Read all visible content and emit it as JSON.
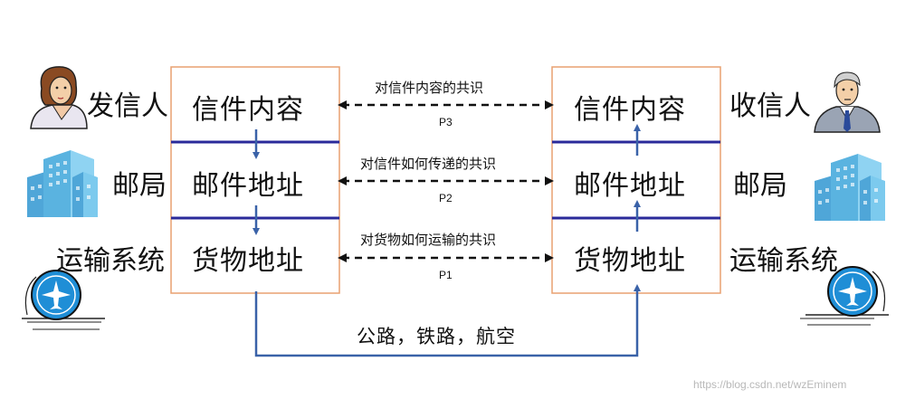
{
  "left_stack": {
    "layers": [
      "信件内容",
      "邮件地址",
      "货物地址"
    ],
    "roles": [
      "发信人",
      "邮局",
      "运输系统"
    ]
  },
  "right_stack": {
    "layers": [
      "信件内容",
      "邮件地址",
      "货物地址"
    ],
    "roles": [
      "收信人",
      "邮局",
      "运输系统"
    ]
  },
  "agreements": [
    {
      "text": "对信件内容的共识",
      "protocol": "P3"
    },
    {
      "text": "对信件如何传递的共识",
      "protocol": "P2"
    },
    {
      "text": "对货物如何运输的共识",
      "protocol": "P1"
    }
  ],
  "transport_media": "公路，铁路，航空",
  "watermark": "https://blog.csdn.net/wzEminem",
  "icons": {
    "sender": "woman-person-icon",
    "receiver": "man-person-icon",
    "post_office_left": "building-icon",
    "post_office_right": "building-icon",
    "transport_left": "airplane-icon",
    "transport_right": "airplane-icon"
  },
  "colors": {
    "box_border": "#e8a070",
    "divider": "#2a2a9a",
    "flow_arrow": "#3a62a8",
    "dashed_arrow": "#111111",
    "building": "#6fc3ec",
    "airplane_disc": "#1f8ed6"
  }
}
